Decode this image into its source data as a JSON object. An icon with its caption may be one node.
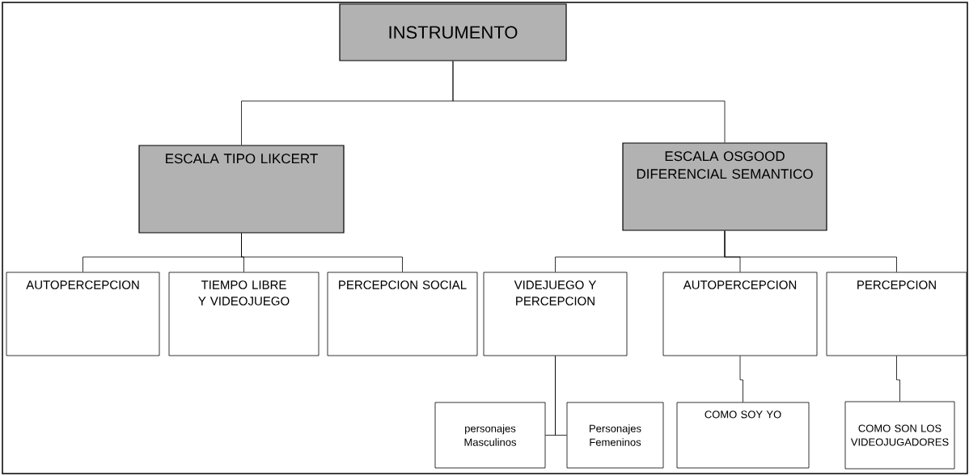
{
  "diagram": {
    "nodes": [
      {
        "text": [
          "INSTRUMENTO"
        ]
      },
      {
        "text": [
          "ESCALA TIPO LIKCERT"
        ]
      },
      {
        "text": [
          "ESCALA OSGOOD DIFERENCIAL SEMANTICO"
        ]
      },
      {
        "text": [
          "AUTOPERCEPCION"
        ]
      },
      {
        "text": [
          "TIEMPO LIBRE Y VIDEOJUEGO"
        ]
      },
      {
        "text": [
          "PERCEPCION SOCIAL"
        ]
      },
      {
        "text": [
          "VIDEJUEGO Y PERCEPCION"
        ]
      },
      {
        "text": [
          "AUTOPERCEPCION"
        ]
      },
      {
        "text": [
          "PERCEPCION"
        ]
      },
      {
        "text": [
          "personajes Masculinos"
        ]
      },
      {
        "text": [
          "Personajes Femeninos"
        ]
      },
      {
        "text": [
          "COMO SOY YO"
        ]
      },
      {
        "text": [
          "COMO SON LOS VIDEOJUGADORES"
        ]
      }
    ],
    "edges": [
      {
        "from": 0,
        "to": 1,
        "arrow": "none"
      },
      {
        "from": 0,
        "to": 2,
        "arrow": "none"
      },
      {
        "from": 1,
        "to": 3,
        "arrow": "none"
      },
      {
        "from": 1,
        "to": 4,
        "arrow": "none"
      },
      {
        "from": 1,
        "to": 5,
        "arrow": "none"
      },
      {
        "from": 2,
        "to": 6,
        "arrow": "none"
      },
      {
        "from": 2,
        "to": 7,
        "arrow": "none"
      },
      {
        "from": 2,
        "to": 8,
        "arrow": "none"
      },
      {
        "from": 6,
        "to": 9,
        "arrow": "none"
      },
      {
        "from": 6,
        "to": 10,
        "arrow": "none"
      },
      {
        "from": 7,
        "to": 11,
        "arrow": "none"
      },
      {
        "from": 8,
        "to": 12,
        "arrow": "none"
      }
    ]
  }
}
